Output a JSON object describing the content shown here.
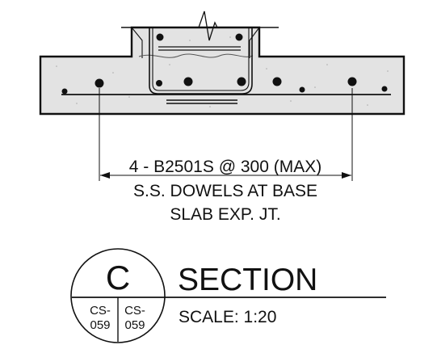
{
  "detail": {
    "dowel_callout_line1": "4 - B2501S @ 300 (MAX)",
    "dowel_callout_line2": "S.S. DOWELS AT BASE",
    "dowel_callout_line3": "SLAB EXP. JT."
  },
  "section_marker": {
    "letter": "C",
    "ref_left": [
      "CS-",
      "059"
    ],
    "ref_right": [
      "CS-",
      "059"
    ],
    "title": "SECTION",
    "scale": "SCALE: 1:20"
  },
  "colors": {
    "concrete_fill": "#e3e3e3",
    "line": "#111111",
    "background": "#ffffff"
  }
}
